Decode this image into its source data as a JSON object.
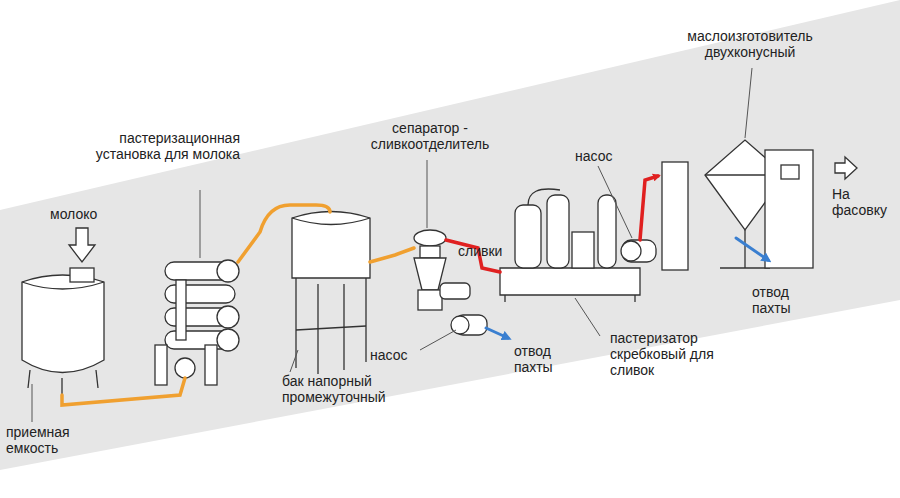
{
  "diagram": {
    "labels": [
      "молоко",
      "пастеризационная установка для молока",
      "сепаратор - сливкоотделитель",
      "сливки",
      "насос",
      "маслоизготовитель двухконусный",
      "На фасовку",
      "приемная емкость",
      "бак напорный промежуточный",
      "насос",
      "отвод пахты",
      "пастеризатор скребковый для сливок",
      "отвод пахты"
    ]
  }
}
